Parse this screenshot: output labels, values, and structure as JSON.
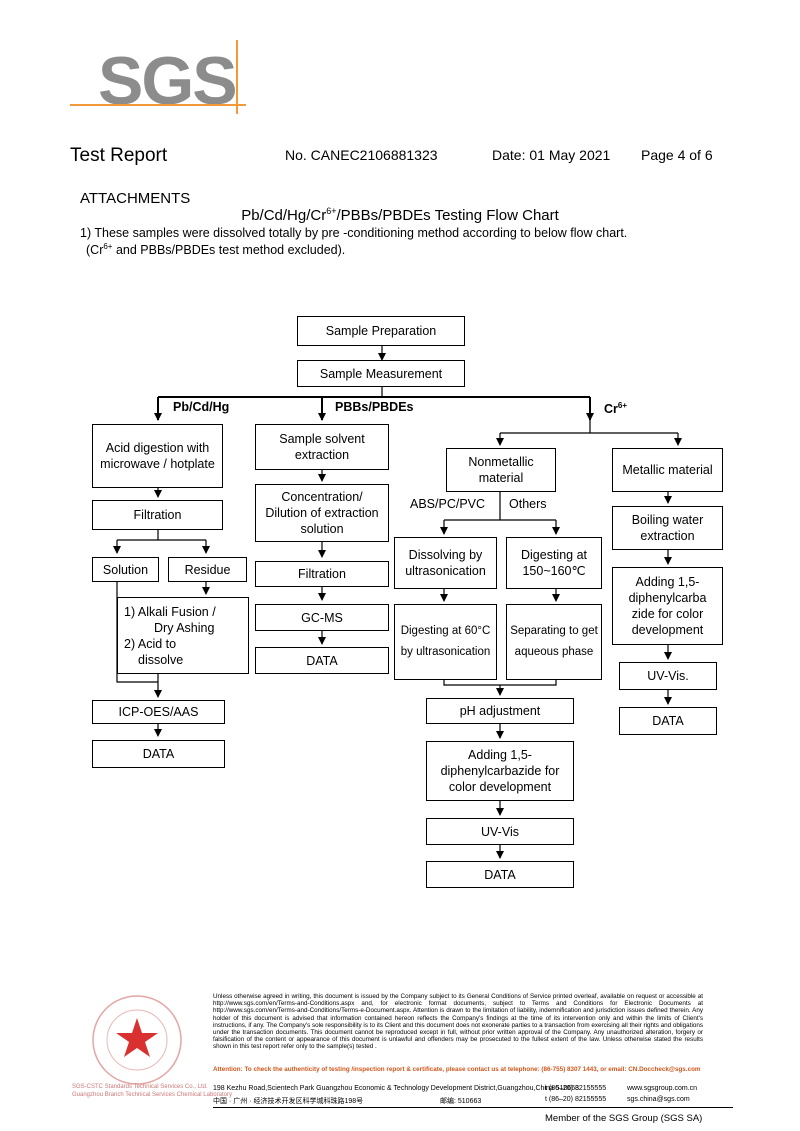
{
  "logo": {
    "text": "SGS"
  },
  "header": {
    "title": "Test Report",
    "number": "No. CANEC2106881323",
    "date": "Date: 01 May 2021",
    "page": "Page 4 of 6"
  },
  "attachments": "ATTACHMENTS",
  "chart_title_pre": "Pb/Cd/Hg/Cr",
  "chart_title_sup": "6+",
  "chart_title_post": "/PBBs/PBDEs Testing Flow Chart",
  "note": {
    "line1": "1) These samples were dissolved totally by pre -conditioning method according to below flow chart.",
    "line2_pre": "(Cr",
    "line2_sup": "6+",
    "line2_post": " and PBBs/PBDEs test method excluded)."
  },
  "flow": {
    "sample_preparation": "Sample Preparation",
    "sample_measurement": "Sample Measurement",
    "branch_pb": "Pb/Cd/Hg",
    "branch_pbb": "PBBs/PBDEs",
    "branch_cr": "Cr",
    "branch_cr_sup": "6+",
    "acid_digestion": "Acid digestion with microwave / hotplate",
    "filtration1": "Filtration",
    "solution": "Solution",
    "residue": "Residue",
    "alkali_line1": "1) Alkali Fusion /",
    "alkali_line2": "Dry Ashing",
    "alkali_line3": "2) Acid to",
    "alkali_line4": "dissolve",
    "icp": "ICP-OES/AAS",
    "data1": "DATA",
    "solvent_extraction": "Sample solvent extraction",
    "concentration": "Concentration/ Dilution of extraction solution",
    "filtration2": "Filtration",
    "gcms": "GC-MS",
    "data2": "DATA",
    "nonmetallic": "Nonmetallic material",
    "abs_label": "ABS/PC/PVC",
    "others_label": "Others",
    "dissolving": "Dissolving by ultrasonication",
    "digesting150": "Digesting at 150~160℃",
    "digesting60": "Digesting at 60°C by ultrasonication",
    "separating": "Separating to get aqueous phase",
    "ph": "pH adjustment",
    "adding_center": "Adding 1,5-diphenylcarbazide for color development",
    "uvvis_center": "UV-Vis",
    "data3": "DATA",
    "metallic": "Metallic material",
    "boiling": "Boiling water extraction",
    "adding_right": "Adding 1,5-diphenylcarba zide for color development",
    "uvvis_right": "UV-Vis.",
    "data4": "DATA"
  },
  "footer": {
    "disclaimer": "Unless otherwise agreed in writing, this document is issued by the Company subject to its General Conditions of Service printed overleaf, available on request or accessible at http://www.sgs.com/en/Terms-and-Conditions.aspx and, for electronic format documents, subject to Terms and Conditions for Electronic Documents at http://www.sgs.com/en/Terms-and-Conditions/Terms-e-Document.aspx. Attention is drawn to the limitation of liability, indemnification and jurisdiction issues defined therein. Any holder of this document is advised that information contained hereon reflects the Company's findings at the time of its intervention only and within the limits of Client's instructions, if any. The Company's sole responsibility is to its Client and this document does not exonerate parties to a transaction from exercising all their rights and obligations under the transaction documents. This document cannot be reproduced except in full, without prior written approval of the Company. Any unauthorized alteration, forgery or falsification of the content or appearance of this document is unlawful and offenders may be prosecuted to the fullest extent of the law. Unless otherwise stated the results shown in this test report refer only to the sample(s) tested .",
    "attention": "Attention: To check the authenticity of testing /inspection report & certificate, please contact us at telephone: (86-755) 8307 1443, or email: CN.Doccheck@sgs.com",
    "address_en": "198 Kezhu Road,Scientech Park Guangzhou Economic & Technology Development District,Guangzhou,China  510663",
    "address_cn": "中国 · 广州 · 经济技术开发区科学城科珠路198号",
    "postcode": "邮编: 510663",
    "tel1": "t (86–20) 82155555",
    "tel2": "t (86–20) 82155555",
    "web1": "www.sgsgroup.com.cn",
    "web2": "sgs.china@sgs.com",
    "member": "Member of the SGS Group (SGS SA)",
    "seal_lines": [
      "SGS-CSTC Standards Technical Services Co., Ltd.",
      "Guangzhou Branch Technical Services Chemical Laboratory"
    ]
  }
}
